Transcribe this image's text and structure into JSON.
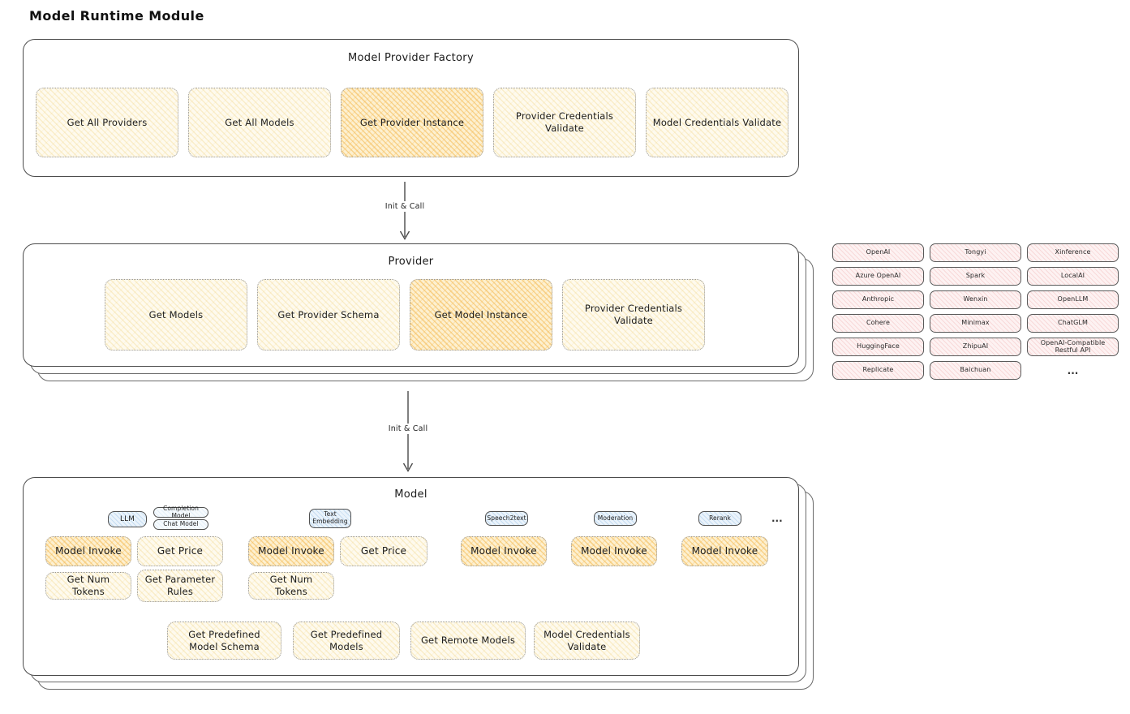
{
  "page": {
    "title": "Model Runtime Module"
  },
  "colors": {
    "yellow_fill": "#fefaee",
    "yellow_hatch": "#f0cd73",
    "orange_fill": "#fdf0d0",
    "orange_hatch": "#f3b446",
    "pink_fill": "#fdf2f2",
    "pink_hatch": "#eba0a0",
    "blue_fill": "#eaf3fb",
    "blue_hatch": "#82b4e1",
    "container_border": "#4c4c4c",
    "dotted_border": "#979797"
  },
  "factory": {
    "title": "Model Provider Factory",
    "boxes": [
      {
        "label": "Get All Providers",
        "highlighted": false
      },
      {
        "label": "Get All Models",
        "highlighted": false
      },
      {
        "label": "Get Provider Instance",
        "highlighted": true
      },
      {
        "label": "Provider Credentials Validate",
        "highlighted": false
      },
      {
        "label": "Model Credentials Validate",
        "highlighted": false
      }
    ]
  },
  "arrows": {
    "factory_to_provider_label": "Init & Call",
    "provider_to_model_label": "Init & Call"
  },
  "provider": {
    "title": "Provider",
    "boxes": [
      {
        "label": "Get Models",
        "highlighted": false
      },
      {
        "label": "Get Provider Schema",
        "highlighted": false
      },
      {
        "label": "Get Model Instance",
        "highlighted": true
      },
      {
        "label": "Provider Credentials Validate",
        "highlighted": false
      }
    ]
  },
  "providers_list": {
    "column1": [
      "OpenAI",
      "Azure OpenAI",
      "Anthropic",
      "Cohere",
      "HuggingFace",
      "Replicate"
    ],
    "column2": [
      "Tongyi",
      "Spark",
      "Wenxin",
      "Minimax",
      "ZhipuAI",
      "Baichuan"
    ],
    "column3": [
      "Xinference",
      "LocalAI",
      "OpenLLM",
      "ChatGLM",
      "OpenAI-Compatible Restful API"
    ],
    "more_label": "..."
  },
  "model": {
    "title": "Model",
    "type_tags": {
      "llm": "LLM",
      "completion_model": "Completion Model",
      "chat_model": "Chat Model",
      "text_embedding": "Text Embedding",
      "speech2text": "Speech2text",
      "moderation": "Moderation",
      "rerank": "Rerank",
      "more": "..."
    },
    "llm_functions": {
      "model_invoke": "Model Invoke",
      "get_price": "Get Price",
      "get_num_tokens": "Get Num Tokens",
      "get_parameter_rules": "Get Parameter Rules"
    },
    "text_embedding_functions": {
      "model_invoke": "Model Invoke",
      "get_price": "Get Price",
      "get_num_tokens": "Get Num Tokens"
    },
    "speech2text_functions": {
      "model_invoke": "Model Invoke"
    },
    "moderation_functions": {
      "model_invoke": "Model Invoke"
    },
    "rerank_functions": {
      "model_invoke": "Model Invoke"
    },
    "common_functions": [
      "Get Predefined Model Schema",
      "Get Predefined Models",
      "Get Remote Models",
      "Model Credentials Validate"
    ]
  }
}
